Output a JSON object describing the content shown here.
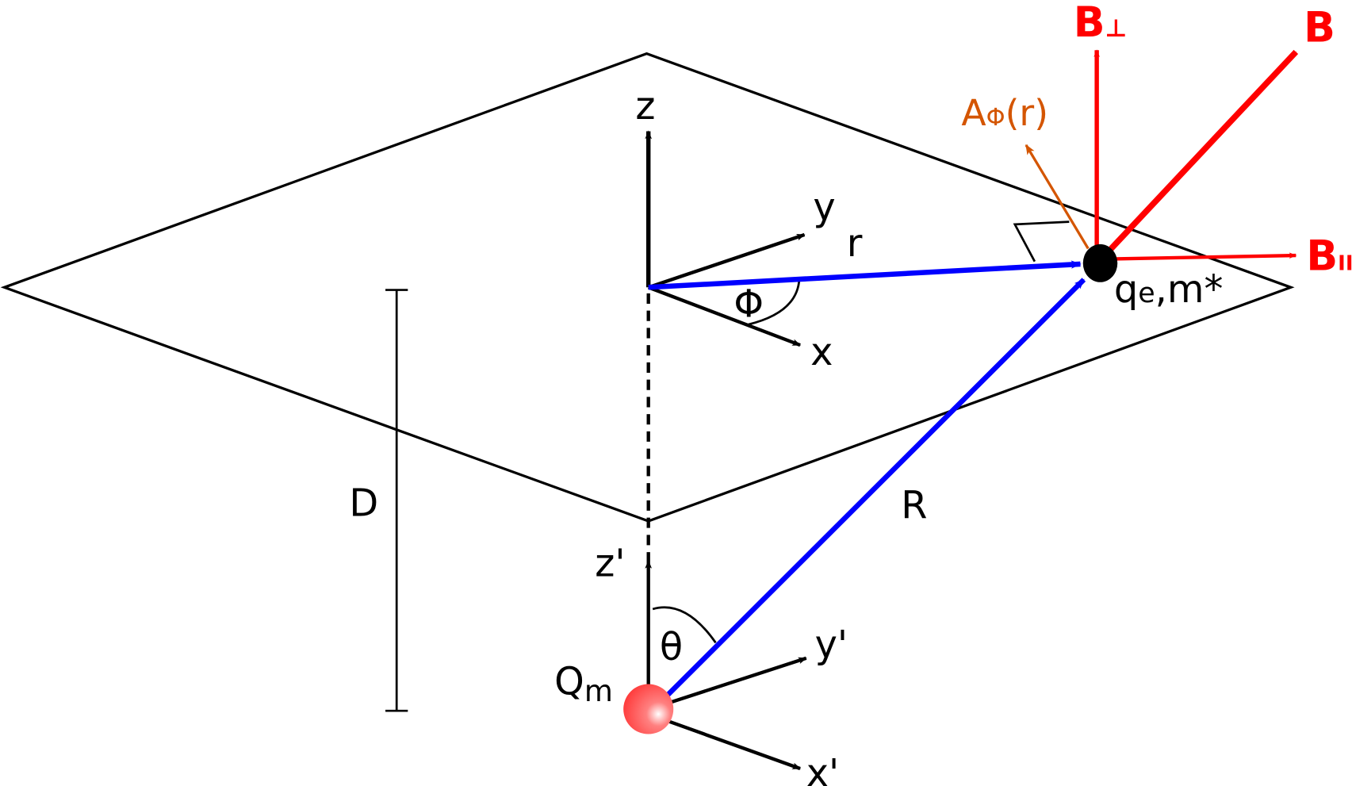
{
  "colors": {
    "position_vectors": "#0000ff",
    "magnetic_field": "#ff0000",
    "vector_potential": "#d45500",
    "monopole": "#ff5555",
    "axes": "#000000"
  },
  "labels": {
    "z": "z",
    "y": "y",
    "x": "x",
    "r": "r",
    "phi": "Φ",
    "z_prime": "z'",
    "y_prime": "y'",
    "x_prime": "x'",
    "R": "R",
    "theta": "θ",
    "D": "D",
    "Q": "Q",
    "Q_sub": "m",
    "q": "q",
    "q_sub": "e",
    "q_rest": ",m*",
    "B_perp": "B",
    "B_perp_sub": "⊥",
    "B": "B",
    "B_par": "B",
    "B_par_sub": "II",
    "A": "A",
    "A_sub": "Φ",
    "A_rest": "(r)"
  }
}
